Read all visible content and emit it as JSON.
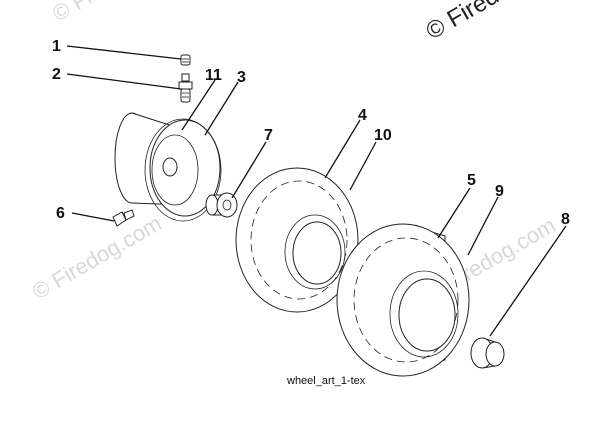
{
  "watermarks": {
    "top_right": "© Firedog.com",
    "mid_left": "© Firedog.com",
    "left": "© Firedog.com",
    "mid_right": "© Firedog.com"
  },
  "callouts": {
    "c1": "1",
    "c2": "2",
    "c3": "3",
    "c4": "4",
    "c5": "5",
    "c6": "6",
    "c7": "7",
    "c8": "8",
    "c9": "9",
    "c10": "10",
    "c11": "11"
  },
  "caption": "wheel_art_1-tex"
}
